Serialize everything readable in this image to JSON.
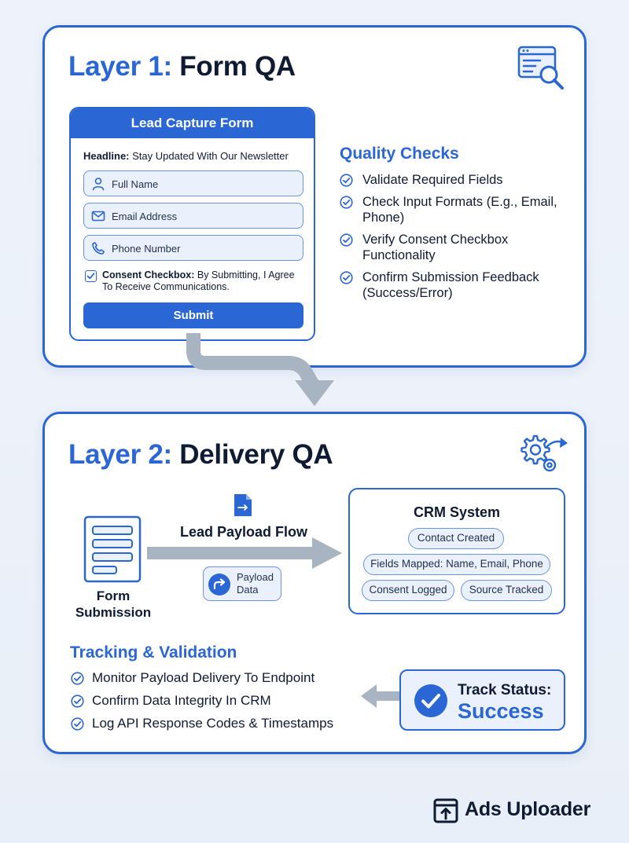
{
  "colors": {
    "accent": "#2a66d4",
    "text_dark": "#0f1b33",
    "field_fill": "#eaf1fd",
    "connector_gray": "#a9b4c3",
    "background": "#eef3fb"
  },
  "layer1": {
    "title_number": "Layer 1:",
    "title_rest": "Form QA",
    "icon": "browser-search-icon",
    "form": {
      "header": "Lead Capture Form",
      "headline_label": "Headline:",
      "headline_text": "Stay Updated With Our Newsletter",
      "fields": [
        {
          "icon": "user-icon",
          "placeholder": "Full Name"
        },
        {
          "icon": "mail-icon",
          "placeholder": "Email Address"
        },
        {
          "icon": "phone-icon",
          "placeholder": "Phone Number"
        }
      ],
      "consent_label": "Consent Checkbox:",
      "consent_text": "By Submitting, I Agree To Receive Communications.",
      "submit_label": "Submit"
    },
    "quality_checks": {
      "heading": "Quality Checks",
      "items": [
        "Validate Required Fields",
        "Check Input Formats (E.g., Email, Phone)",
        "Verify Consent Checkbox Functionality",
        "Confirm Submission Feedback (Success/Error)"
      ]
    }
  },
  "layer2": {
    "title_number": "Layer 2:",
    "title_rest": "Delivery QA",
    "icon": "gear-arrow-icon",
    "form_submission_label": "Form Submission",
    "flow_label": "Lead Payload Flow",
    "payload_label": "Payload Data",
    "crm": {
      "title": "CRM System",
      "tags": [
        "Contact Created",
        "Fields Mapped: Name, Email, Phone",
        "Consent Logged",
        "Source Tracked"
      ]
    },
    "tracking": {
      "heading": "Tracking & Validation",
      "items": [
        "Monitor Payload Delivery To Endpoint",
        "Confirm Data Integrity In CRM",
        "Log API Response Codes & Timestamps"
      ]
    },
    "status": {
      "label": "Track Status:",
      "value": "Success"
    }
  },
  "brand": {
    "name": "Ads Uploader",
    "icon": "upload-box-icon"
  }
}
